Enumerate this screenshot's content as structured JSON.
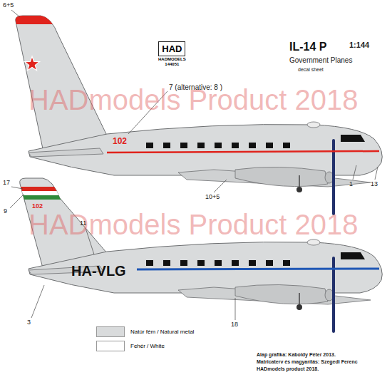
{
  "diagram": {
    "title": "IL-14 P",
    "nodes": [
      {
        "text": [
          "HAD",
          "HADMODELS",
          "144051"
        ]
      }
    ],
    "labels": [
      "6+5",
      "7 (alternative: 8 )",
      "102",
      "1",
      "13",
      "10+5",
      "Government Planes",
      "decal sheet",
      "1:144",
      "17",
      "9",
      "102",
      "11",
      "HA-VLG",
      "3",
      "18",
      "Alap grafika: Kaboldy Péter 2013.",
      "Matricaterv és magyarítás: Szegedi Ferenc",
      "HADmodels product 2018.",
      "HADmodels Product 2018",
      "HADmodels Product 2018"
    ],
    "legend": [
      {
        "text": "Natúr fém / Natural metal",
        "color": "#d9dbdc"
      },
      {
        "text": "Fehér / White",
        "color": "#ffffff"
      }
    ]
  }
}
